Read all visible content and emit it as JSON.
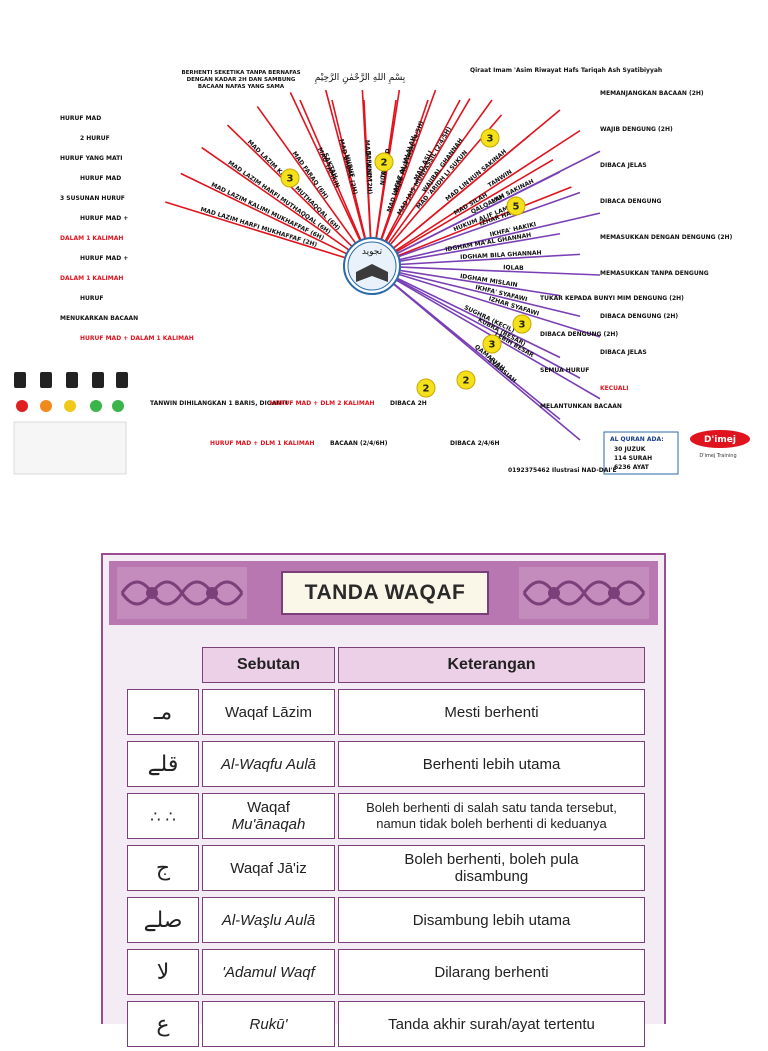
{
  "mindmap": {
    "center_label": "تجويد",
    "header_note": "Qiraat Imam 'Asim Riwayat Hafs Tariqah Ash Syatibiyyah",
    "basmalah": "بِسْمِ اللهِ الرَّحْمٰنِ الرَّحِيْمِ",
    "top_note": "BERHENTI SEKETIKA TANPA BERNAFAS DENGAN KADAR 2H DAN SAMBUNG BACAAN NAFAS YANG SAMA",
    "branches_left": [
      "MAD LAZIM HARFI MUKHAFFAF (2H)",
      "MAD LAZIM KALIMI MUKHAFFAF (6H)",
      "MAD LAZIM HARFI MUTHAQQAL (6H)",
      "MAD LAZIM KALIMI MUTHAQQAL (6H)",
      "MAD FARAQ (6H)",
      "MAD TAMKIN",
      "MAD BADAL (2H)",
      "MAD 'IWAD (2H)",
      "NUN 'IWAD",
      "MAD WAJIB MUTTASIL (4/5H)",
      "MAD JAIS MUNFASSIL (2/4/5H)",
      "MAD 'ARIDH LI SUKUN",
      "MAD LIN",
      "MAD SILAH",
      "HUKUM ALIF LAM"
    ],
    "branches_top": [
      "SAKTAH",
      "HURUF",
      "TAFKHIM",
      "TARQIQ",
      "LAFAZ AL JALALAH",
      "MAD ASLI",
      "WAJIBAL GHANNAH"
    ],
    "branches_right": [
      "NUN SAKINAH",
      "TANWIN",
      "MIM SAKINAH",
      "QALQALAH",
      "IZHAR HALQI",
      "IKHFA' HAKIKI",
      "IDGHAM MA'AL GHANNAH",
      "IDGHAM BILA GHANNAH",
      "IQLAB",
      "IDGHAM MISLAIN",
      "IKHFA' SYAFAWI",
      "IZHAR SYAFAWI",
      "SUGHRA (KECIL)",
      "KUBRA (BESAR)",
      "LEBIH BESAR",
      "QAMARIAH",
      "SYAMSIAH"
    ],
    "notes_left": [
      "HURUF MAD",
      "2 HURUF",
      "HURUF YANG MATI",
      "HURUF MAD",
      "3 SUSUNAN HURUF",
      "HURUF MAD + ",
      "DALAM 1 KALIMAH",
      "HURUF MAD + ",
      "DALAM 1 KALIMAH",
      "HURUF",
      "MENUKARKAN BACAAN",
      "HURUF MAD + DALAM 1 KALIMAH",
      "TANWIN DIHILANGKAN 1 BARIS, DIGANTI",
      "HURUF MAD + DLM 1 KALIMAH",
      "HURUF MAD + DLM 2 KALIMAH",
      "BACAAN (2/4/6H)",
      "DIBACA 2H",
      "DIBACA 2/4/6H"
    ],
    "notes_right": [
      "MEMANJANGKAN BACAAN (2H)",
      "WAJIB DENGUNG (2H)",
      "DIBACA JELAS",
      "DIBACA DENGUNG",
      "MEMASUKKAN DENGAN DENGUNG (2H)",
      "MEMASUKKAN TANPA DENGUNG",
      "TUKAR KEPADA BUNYI MIM DENGUNG (2H)",
      "DIBACA DENGUNG (2H)",
      "DIBACA DENGUNG (2H)",
      "DIBACA JELAS",
      "SEMUA HURUF",
      "KECUALI",
      "MELANTUNKAN BACAAN"
    ],
    "quran_box": {
      "title": "AL QURAN ADA:",
      "items": [
        "30 JUZUK",
        "114 SURAH",
        "6236 AYAT"
      ]
    },
    "credit": "0192375462 Ilustrasi NAD-DAI'E",
    "brand": "D'imej",
    "brand_sub": "D'imej Training",
    "circle_numbers": [
      "3",
      "2",
      "3",
      "5",
      "3",
      "3",
      "2",
      "2"
    ]
  },
  "waqaf": {
    "title": "TANDA WAQAF",
    "headers": {
      "name": "Sebutan",
      "desc": "Keterangan"
    },
    "rows": [
      {
        "symbol": "مـ",
        "name": "Waqaf Lāzim",
        "desc": "Mesti berhenti"
      },
      {
        "symbol": "قلے",
        "name": "Al-Waqfu Aulā",
        "desc": "Berhenti lebih utama"
      },
      {
        "symbol": "∴ ∴",
        "name_line1": "Waqaf",
        "name_line2": "Mu'ānaqah",
        "desc_line1": "Boleh berhenti di salah satu tanda tersebut,",
        "desc_line2": "namun tidak boleh berhenti di keduanya"
      },
      {
        "symbol": "ج",
        "name": "Waqaf Jā'iz",
        "desc_line1": "Boleh berhenti, boleh pula",
        "desc_line2": "disambung"
      },
      {
        "symbol": "صلے",
        "name": "Al-Waşlu Aulā",
        "desc": "Disambung lebih utama"
      },
      {
        "symbol": "لا",
        "name": "'Adamul Waqf",
        "desc": "Dilarang berhenti"
      },
      {
        "symbol": "ع",
        "name": "Rukū'",
        "desc": "Tanda akhir surah/ayat tertentu"
      }
    ]
  }
}
